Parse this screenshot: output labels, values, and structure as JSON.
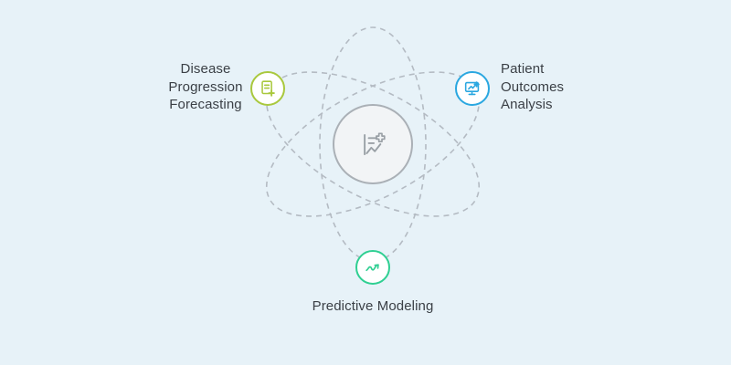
{
  "background": "#e7f2f8",
  "orbits": {
    "color": "#b4bbc3",
    "style": "dashed",
    "count": 3
  },
  "center": {
    "icon": "analytics-report-plus-icon",
    "background": "#f2f4f6",
    "border_color": "#aab0b6",
    "icon_color": "#9aa0a6"
  },
  "text_color": "#3b4046",
  "nodes": [
    {
      "label": "Disease Progression Forecasting",
      "icon": "medical-document-plus-icon",
      "color": "#a9c83d",
      "position": "top-left"
    },
    {
      "label": "Patient Outcomes Analysis",
      "icon": "monitor-plus-icon",
      "color": "#2aa7e0",
      "position": "top-right"
    },
    {
      "label": "Predictive Modeling",
      "icon": "trend-chart-icon",
      "color": "#2fcf92",
      "position": "bottom"
    }
  ]
}
